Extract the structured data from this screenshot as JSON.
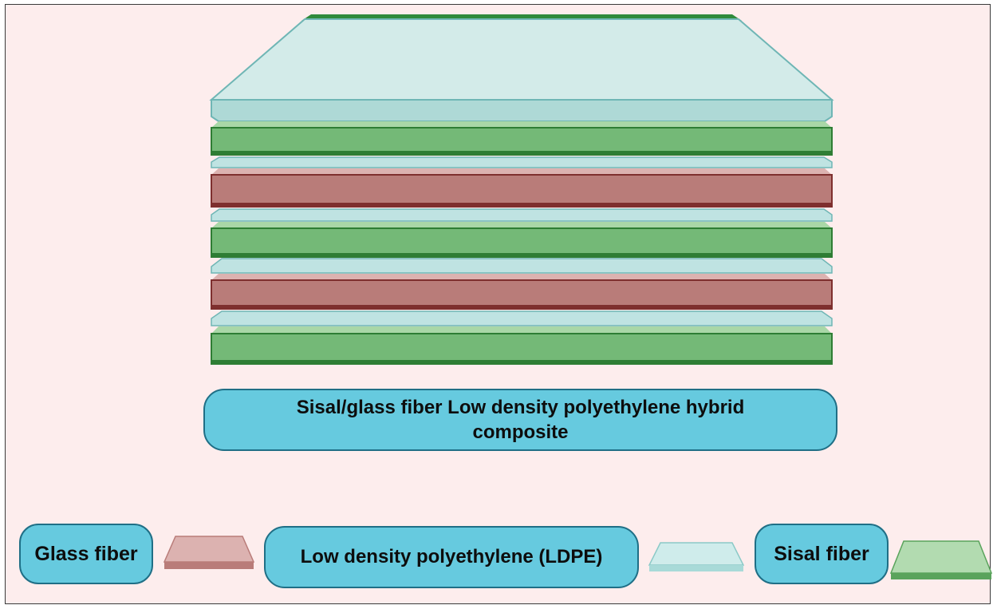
{
  "title": "Sisal/glass fiber Low density polyethylene hybrid composite",
  "layers": [
    {
      "material": "LDPE",
      "kind": "top-sheet"
    },
    {
      "material": "Sisal fiber"
    },
    {
      "material": "LDPE"
    },
    {
      "material": "Glass fiber"
    },
    {
      "material": "LDPE"
    },
    {
      "material": "Sisal fiber"
    },
    {
      "material": "LDPE"
    },
    {
      "material": "Glass fiber"
    },
    {
      "material": "LDPE"
    },
    {
      "material": "Sisal fiber"
    }
  ],
  "legend": {
    "glass": {
      "label": "Glass fiber",
      "color": "#b97c79"
    },
    "ldpe": {
      "label": "Low density polyethylene (LDPE)",
      "color": "#bfe3e2"
    },
    "sisal": {
      "label": "Sisal fiber",
      "color": "#74b977"
    }
  },
  "colors": {
    "background": "#fdeded",
    "label_fill": "#66cadf",
    "label_border": "#1f6f86"
  }
}
